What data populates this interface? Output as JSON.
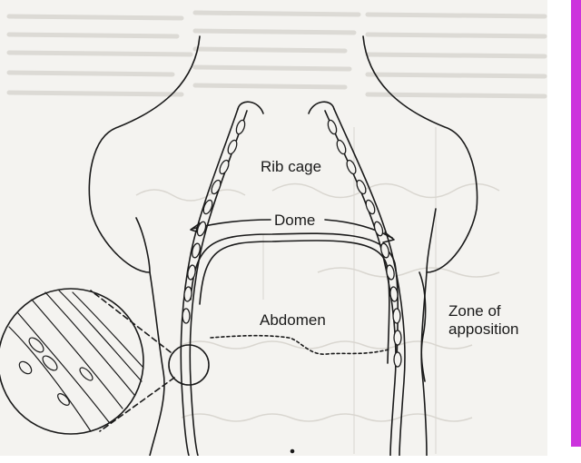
{
  "diagram": {
    "labels": {
      "rib_cage": "Rib cage",
      "dome": "Dome",
      "abdomen": "Abdomen",
      "zone_line1": "Zone of",
      "zone_line2": "apposition"
    }
  },
  "colors": {
    "background": "#f4f3f0",
    "ink": "#1a1a1a",
    "accent_bar": "#cc33dd"
  }
}
